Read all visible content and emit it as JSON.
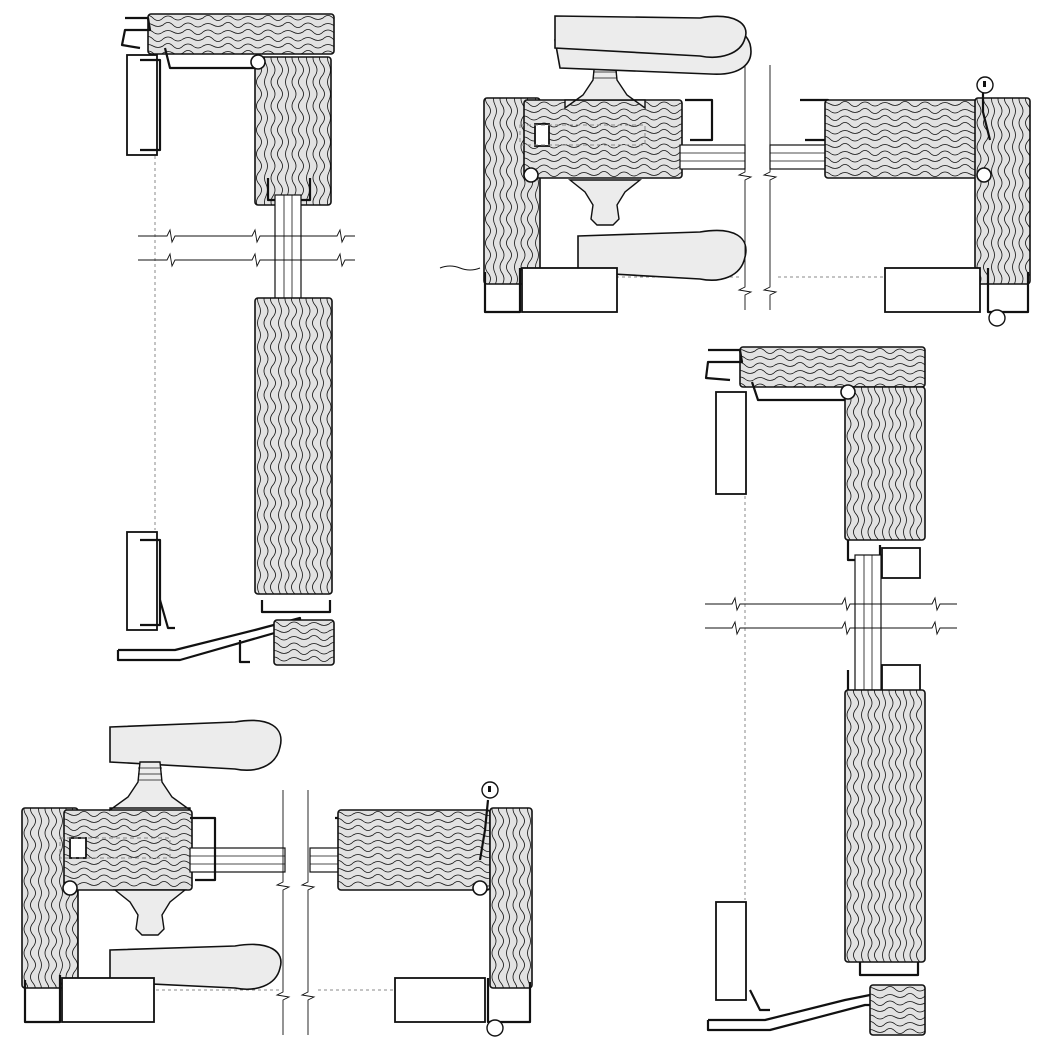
{
  "diagram": {
    "kind": "door section details",
    "views": [
      {
        "id": "vertical-section-left",
        "orientation": "vertical"
      },
      {
        "id": "horizontal-section-top-right",
        "orientation": "horizontal",
        "has_handle": true
      },
      {
        "id": "vertical-section-right",
        "orientation": "vertical"
      },
      {
        "id": "horizontal-section-bottom-left",
        "orientation": "horizontal",
        "has_handle": true
      }
    ],
    "colors": {
      "background": "#ffffff",
      "wood_fill": "#e2e2e2",
      "handle_fill": "#ececec",
      "line": "#111111",
      "dashed_line": "#888888"
    }
  }
}
